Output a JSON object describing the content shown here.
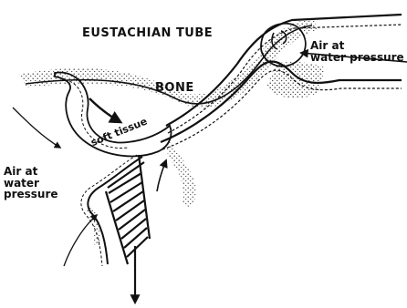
{
  "labels": {
    "eustachian_tube": "EUSTACHIAN TUBE",
    "bone": "BONE",
    "soft_tissue": "soft tissue",
    "air_right": [
      "Air at",
      "water pressure"
    ],
    "air_left": [
      "Air at",
      "water",
      "pressure"
    ]
  },
  "colors": {
    "ink": "#111111",
    "background": "#ffffff"
  }
}
